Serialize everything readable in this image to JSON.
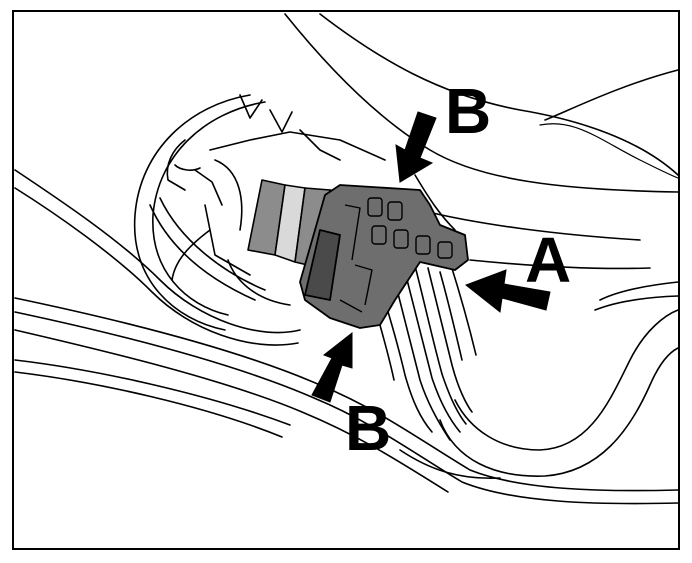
{
  "figure": {
    "callouts": {
      "connector_lock_tab_top": "B",
      "connector_release": "A",
      "connector_lock_tab_bottom": "B"
    },
    "colors": {
      "ink": "#000000",
      "paper": "#ffffff",
      "connector_body": "#6e6e6e",
      "connector_shadow": "#4a4a4a",
      "boot_stripe_dark": "#8c8c8c",
      "boot_stripe_light": "#d9d9d9"
    }
  }
}
